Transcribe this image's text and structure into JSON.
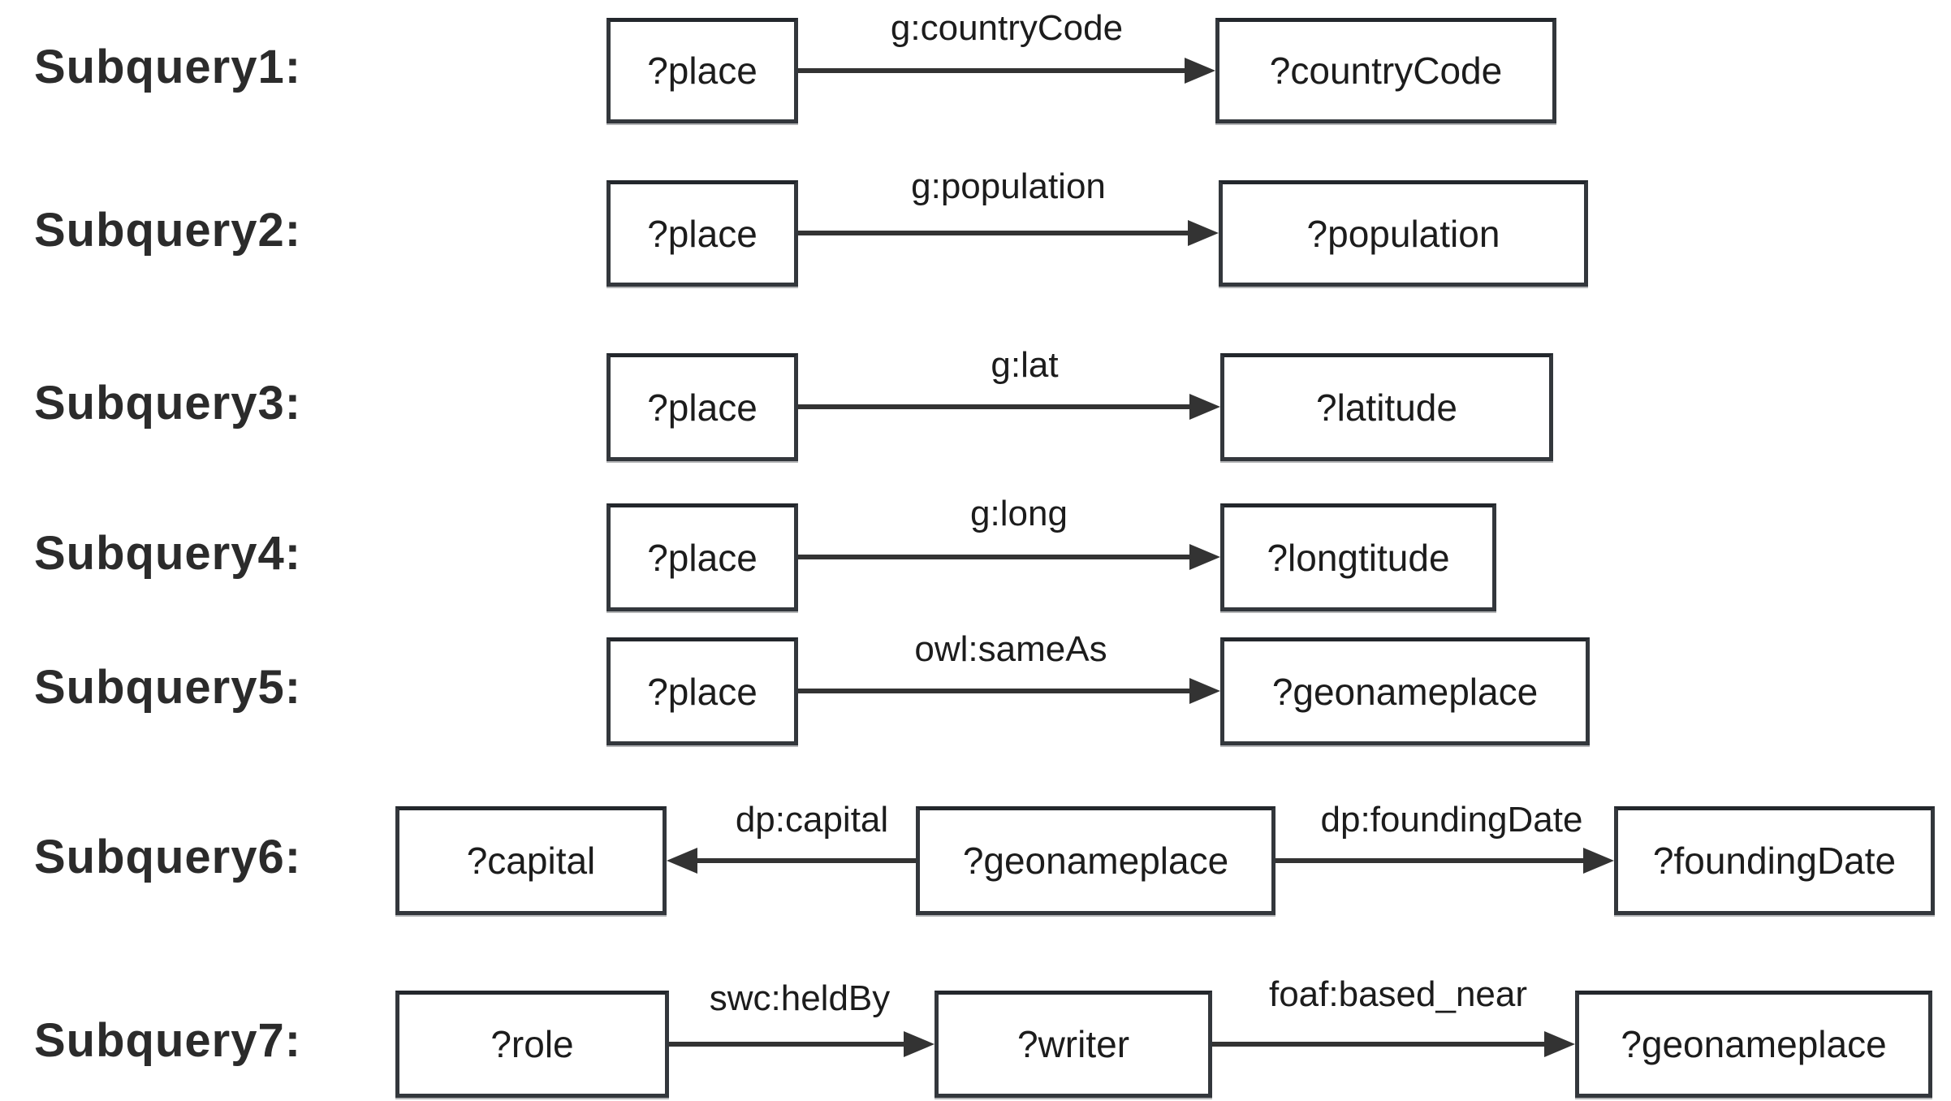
{
  "colors": {
    "background": "#ffffff",
    "box_border": "#33373c",
    "text": "#1c1c1c",
    "row_label": "#2b2b2b",
    "arrow": "#333333"
  },
  "rows": [
    {
      "label": "Subquery1:",
      "nodes": [
        "?place",
        "?countryCode"
      ],
      "edges": [
        {
          "label": "g:countryCode",
          "direction": "right"
        }
      ]
    },
    {
      "label": "Subquery2:",
      "nodes": [
        "?place",
        "?population"
      ],
      "edges": [
        {
          "label": "g:population",
          "direction": "right"
        }
      ]
    },
    {
      "label": "Subquery3:",
      "nodes": [
        "?place",
        "?latitude"
      ],
      "edges": [
        {
          "label": "g:lat",
          "direction": "right"
        }
      ]
    },
    {
      "label": "Subquery4:",
      "nodes": [
        "?place",
        "?longtitude"
      ],
      "edges": [
        {
          "label": "g:long",
          "direction": "right"
        }
      ]
    },
    {
      "label": "Subquery5:",
      "nodes": [
        "?place",
        "?geonameplace"
      ],
      "edges": [
        {
          "label": "owl:sameAs",
          "direction": "right"
        }
      ]
    },
    {
      "label": "Subquery6:",
      "nodes": [
        "?capital",
        "?geonameplace",
        "?foundingDate"
      ],
      "edges": [
        {
          "label": "dp:capital",
          "direction": "left"
        },
        {
          "label": "dp:foundingDate",
          "direction": "right"
        }
      ]
    },
    {
      "label": "Subquery7:",
      "nodes": [
        "?role",
        "?writer",
        "?geonameplace"
      ],
      "edges": [
        {
          "label": "swc:heldBy",
          "direction": "right"
        },
        {
          "label": "foaf:based_near",
          "direction": "right"
        }
      ]
    }
  ]
}
